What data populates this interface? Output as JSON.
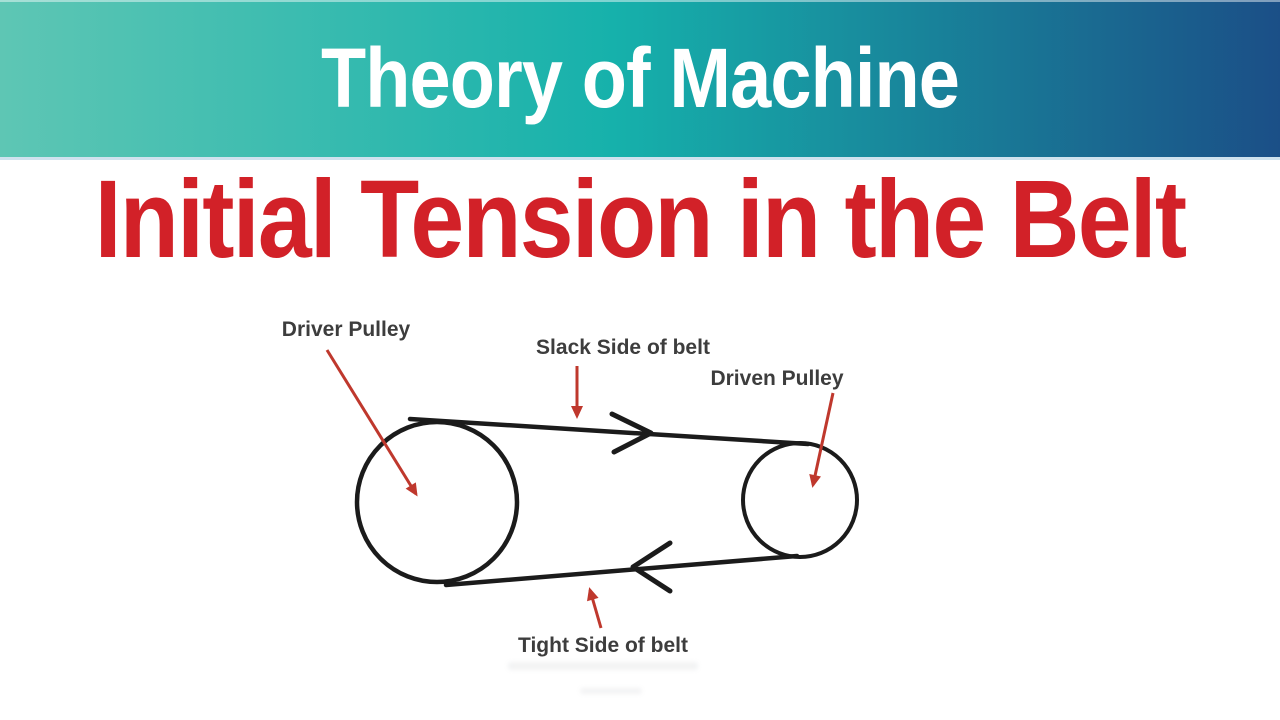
{
  "header": {
    "title": "Theory of Machine"
  },
  "main_title": "Initial Tension in the Belt",
  "diagram": {
    "driver_pulley_label": "Driver Pulley",
    "slack_side_label": "Slack Side of belt",
    "driven_pulley_label": "Driven Pulley",
    "tight_side_label": "Tight Side of belt"
  },
  "theme": {
    "header_grad_left": "#5ec6b4",
    "header_grad_mid": "#16b1ab",
    "header_grad_right": "#1b4f87",
    "header_title_color": "#ffffff",
    "title_color": "#d22128",
    "line_color": "#1b1b1b",
    "arrow_color": "#bf382d",
    "label_color": "#3d3d3d"
  }
}
